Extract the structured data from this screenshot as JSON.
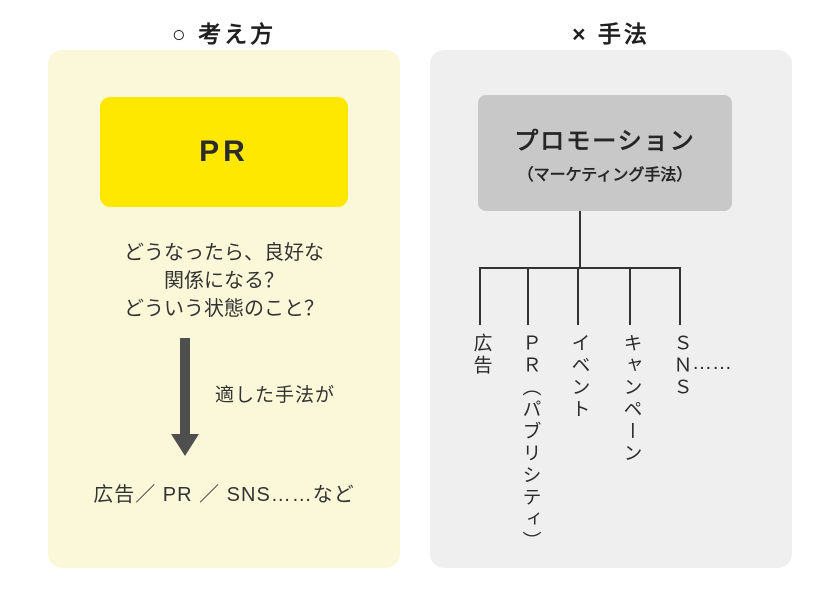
{
  "colors": {
    "left_panel_bg": "#faf8d8",
    "pr_box_bg": "#ffe800",
    "right_panel_bg": "#efefef",
    "promo_box_bg": "#c8c8c8",
    "text": "#333333",
    "arrow": "#4f4f4f",
    "tree_line": "#333333"
  },
  "left": {
    "title": "○ 考え方",
    "pr_label": "PR",
    "question_lines": [
      "どうなったら、良好な",
      "関係になる？",
      "どういう状態のこと？"
    ],
    "arrow_label": "適した手法が",
    "result_text": "広告／ PR ／ SNS……など"
  },
  "right": {
    "title": "× 手法",
    "promo_title": "プロモーション",
    "promo_subtitle": "（マーケティング手法）",
    "branches": [
      "広告",
      "ＰＲ（パブリシティ）",
      "イベント",
      "キャンペーン",
      "ＳＮＳ"
    ],
    "ellipsis": "……"
  }
}
